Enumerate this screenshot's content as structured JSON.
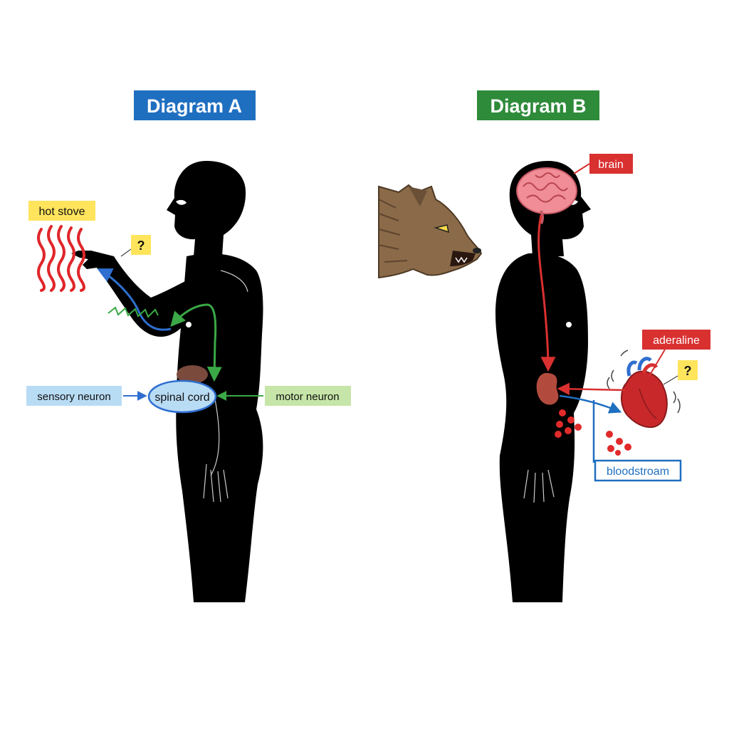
{
  "diagram_a": {
    "title": "Diagram A",
    "labels": {
      "hot_stove": "hot stove",
      "question": "?",
      "sensory_neuron": "sensory neuron",
      "spinal_cord": "spinal cord",
      "motor_neuron": "motor neuron"
    }
  },
  "diagram_b": {
    "title": "Diagram B",
    "labels": {
      "brain": "brain",
      "adrenaline": "aderaline",
      "question": "?",
      "bloodstream": "bloodstroam"
    }
  },
  "colors": {
    "title_a_bg": "#1f6fc0",
    "title_b_bg": "#2e8b3a",
    "silhouette": "#000000",
    "heat_wave": "#e0262a",
    "sensory_path": "#2f6fd0",
    "motor_path": "#3aa846",
    "yellow_label": "#ffe45c",
    "blue_label": "#b9dcf5",
    "green_label": "#c6e5a8",
    "red_label": "#d93030",
    "bloodstream_label": "#1f6fc0",
    "brain": "#f08d96",
    "adrenal": "#8a4a3a",
    "heart": "#c8282a"
  },
  "icons": [
    "heat-wave-icon",
    "wolf-icon",
    "brain-icon",
    "heart-icon",
    "adrenal-gland-icon",
    "adrenaline-droplet-icon"
  ]
}
